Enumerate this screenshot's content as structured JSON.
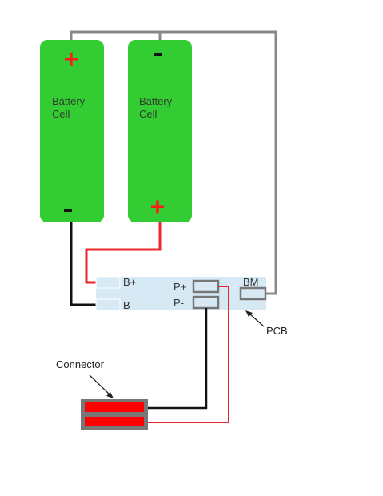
{
  "battery_left": {
    "label_line1": "Battery",
    "label_line2": "Cell",
    "top_terminal": "+",
    "bottom_terminal": "-"
  },
  "battery_right": {
    "label_line1": "Battery",
    "label_line2": "Cell",
    "top_terminal": "-",
    "bottom_terminal": "+"
  },
  "pcb": {
    "label": "PCB",
    "pad_b_plus": "B+",
    "pad_b_minus": "B-",
    "pad_p_plus": "P+",
    "pad_p_minus": "P-",
    "pad_bm": "BM"
  },
  "connector": {
    "label": "Connector"
  },
  "colors": {
    "battery_fill": "#33cc33",
    "terminal_red": "#ff1a1a",
    "terminal_black": "#111111",
    "wire_gray": "#888888",
    "wire_red": "#e8262b",
    "wire_black": "#111111",
    "pcb_fill": "#d6e9f5",
    "connector_fill": "#ff0000",
    "connector_border": "#777777"
  }
}
